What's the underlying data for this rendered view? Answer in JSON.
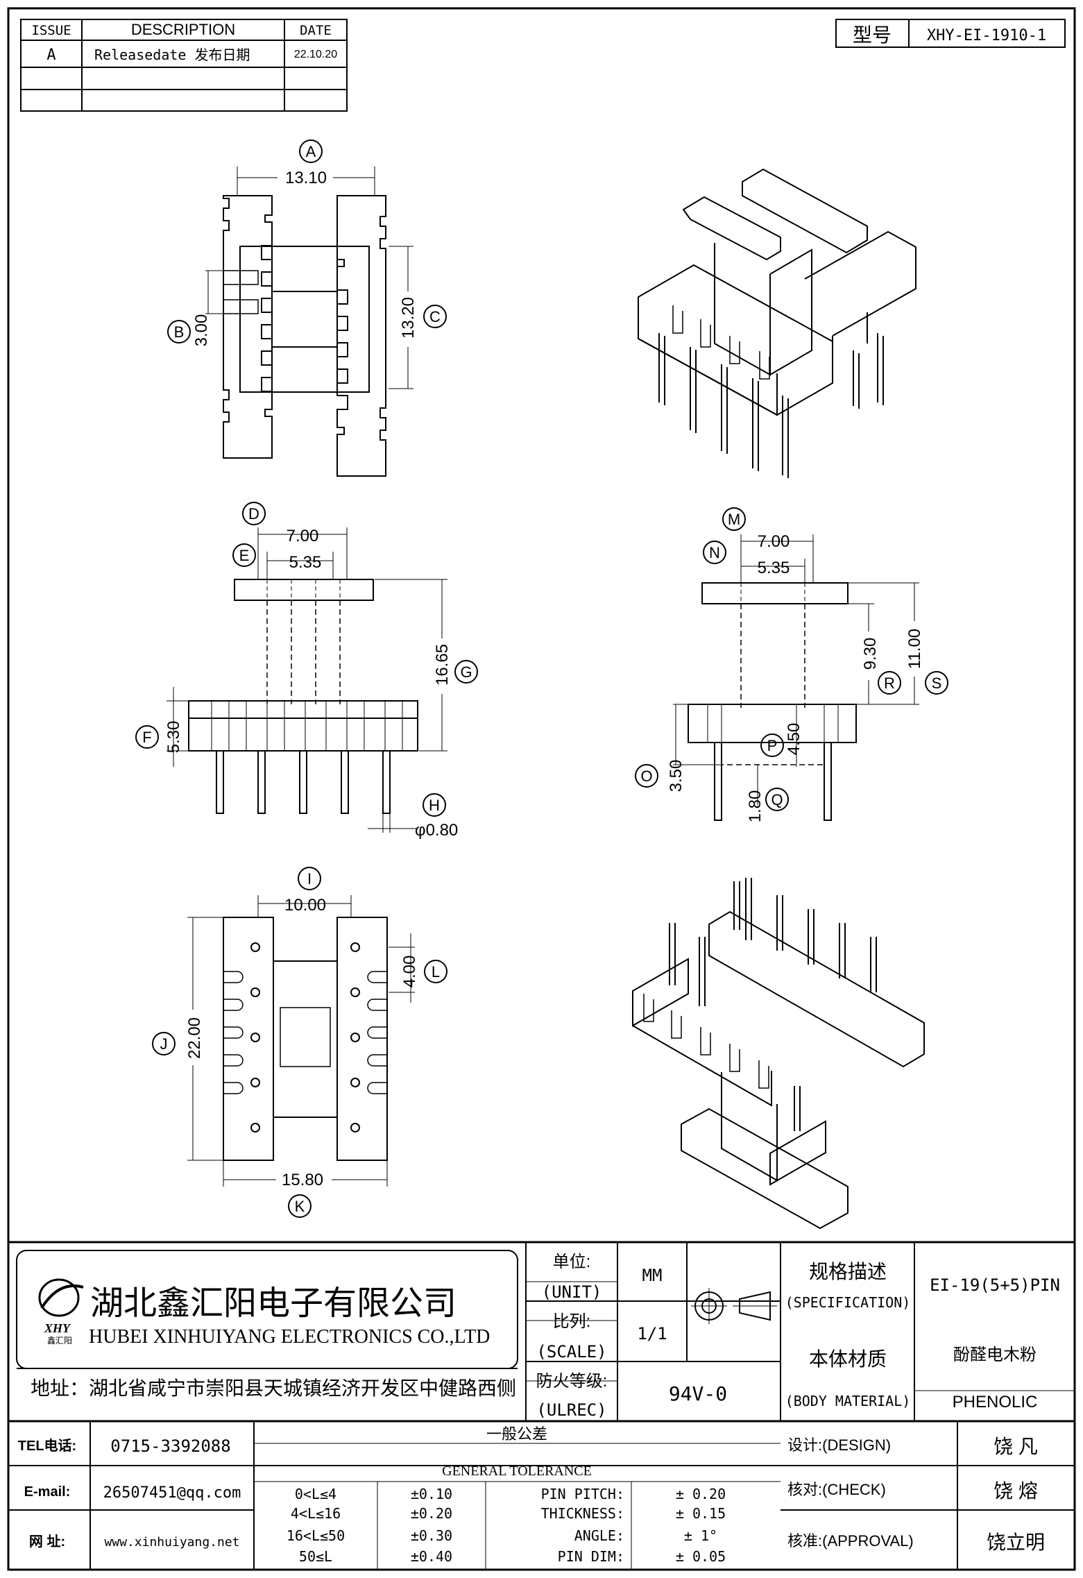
{
  "revision_table": {
    "headers": {
      "issue": "ISSUE",
      "description": "DESCRIPTION",
      "date": "DATE"
    },
    "rows": [
      {
        "issue": "A",
        "description": "Releasedate 发布日期",
        "date": "22.10.20"
      },
      {
        "issue": "",
        "description": "",
        "date": ""
      },
      {
        "issue": "",
        "description": "",
        "date": ""
      }
    ]
  },
  "model": {
    "label": "型号",
    "value": "XHY-EI-1910-1"
  },
  "views": {
    "top": {
      "dim_a": {
        "tag": "A",
        "value": "13.10"
      },
      "dim_b": {
        "tag": "B",
        "value": "3.00"
      },
      "dim_c": {
        "tag": "C",
        "value": "13.20"
      }
    },
    "front": {
      "dim_d": {
        "tag": "D",
        "value": "7.00"
      },
      "dim_e": {
        "tag": "E",
        "value": "5.35"
      },
      "dim_f": {
        "tag": "F",
        "value": "5.30"
      },
      "dim_g": {
        "tag": "G",
        "value": "16.65"
      },
      "dim_h": {
        "tag": "H",
        "value": "φ0.80"
      }
    },
    "side": {
      "dim_m": {
        "tag": "M",
        "value": "7.00"
      },
      "dim_n": {
        "tag": "N",
        "value": "5.35"
      },
      "dim_r": {
        "tag": "R",
        "value": "9.30"
      },
      "dim_s": {
        "tag": "S",
        "value": "11.00"
      },
      "dim_p": {
        "tag": "P",
        "value": "4.50"
      },
      "dim_o": {
        "tag": "O",
        "value": "3.50"
      },
      "dim_q": {
        "tag": "Q",
        "value": "1.80"
      }
    },
    "bottom": {
      "dim_i": {
        "tag": "I",
        "value": "10.00"
      },
      "dim_l": {
        "tag": "L",
        "value": "4.00"
      },
      "dim_j": {
        "tag": "J",
        "value": "22.00"
      },
      "dim_k": {
        "tag": "K",
        "value": "15.80"
      }
    }
  },
  "title_block": {
    "company_cn": "湖北鑫汇阳电子有限公司",
    "company_en": "HUBEI XINHUIYANG ELECTRONICS CO.,LTD",
    "logo_text": "XHY",
    "logo_sub": "鑫汇阳",
    "address": "地址：湖北省咸宁市崇阳县天城镇经济开发区中健路西侧",
    "unit_cn": "单位:",
    "unit_en": "(UNIT)",
    "unit_value": "MM",
    "scale_cn": "比列:",
    "scale_en": "(SCALE)",
    "scale_value": "1/1",
    "ulrec_cn": "防火等级:",
    "ulrec_en": "(ULREC)",
    "ulrec_value": "94V-0",
    "spec_cn": "规格描述",
    "spec_en": "(SPECIFICATION)",
    "spec_value": "EI-19(5+5)PIN",
    "material_cn": "本体材质",
    "material_en": "(BODY MATERIAL)",
    "material_cn_value": "酚醛电木粉",
    "material_en_value": "PHENOLIC",
    "tel_label": "TEL电话:",
    "tel_value": "0715-3392088",
    "email_label": "E-mail:",
    "email_value": "26507451@qq.com",
    "web_label": "网  址:",
    "web_value": "www.xinhuiyang.net",
    "tolerance_cn": "一般公差",
    "tolerance_en": "GENERAL TOLERANCE",
    "tolerances": [
      {
        "range": "0<L≤4",
        "value": "±0.10",
        "item": "PIN PITCH:",
        "item_value": "±  0.20"
      },
      {
        "range": "4<L≤16",
        "value": "±0.20",
        "item": "THICKNESS:",
        "item_value": "±  0.15"
      },
      {
        "range": "16<L≤50",
        "value": "±0.30",
        "item": "ANGLE:",
        "item_value": "±  1°"
      },
      {
        "range": "50≤L",
        "value": "±0.40",
        "item": "PIN DIM:",
        "item_value": "±  0.05"
      }
    ],
    "design_label": "设计:(DESIGN)",
    "design_value": "饶  凡",
    "check_label": "核对:(CHECK)",
    "check_value": "饶  熔",
    "approval_label": "核准:(APPROVAL)",
    "approval_value": "饶立明"
  }
}
